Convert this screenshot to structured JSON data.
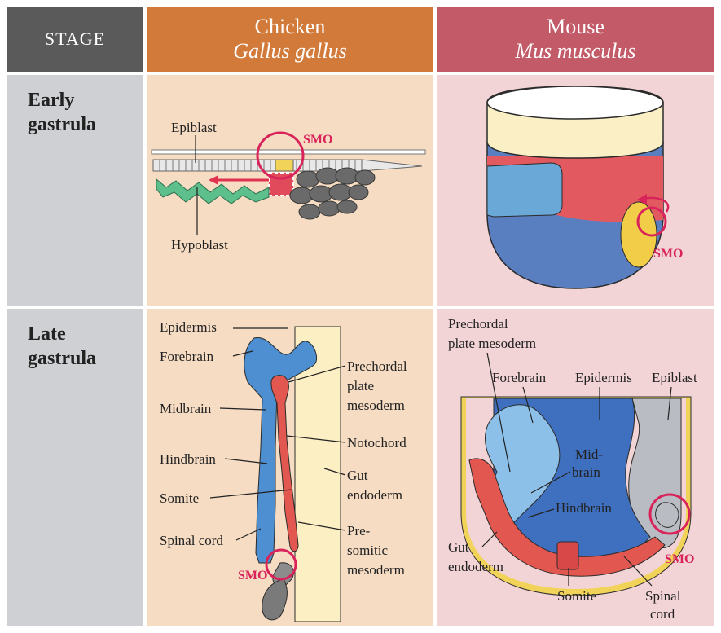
{
  "header": {
    "stage": "STAGE",
    "chicken_common": "Chicken",
    "chicken_scientific": "Gallus gallus",
    "mouse_common": "Mouse",
    "mouse_scientific": "Mus musculus"
  },
  "rows": {
    "early": {
      "label_line1": "Early",
      "label_line2": "gastrula"
    },
    "late": {
      "label_line1": "Late",
      "label_line2": "gastrula"
    }
  },
  "chicken_early": {
    "epiblast": "Epiblast",
    "hypoblast": "Hypoblast",
    "smo": "SMO"
  },
  "mouse_early": {
    "smo": "SMO"
  },
  "chicken_late": {
    "epidermis": "Epidermis",
    "forebrain": "Forebrain",
    "midbrain": "Midbrain",
    "hindbrain": "Hindbrain",
    "somite": "Somite",
    "spinal_cord": "Spinal cord",
    "prechordal_1": "Prechordal",
    "prechordal_2": "plate",
    "prechordal_3": "mesoderm",
    "notochord": "Notochord",
    "gut_1": "Gut",
    "gut_2": "endoderm",
    "presomitic_1": "Pre-",
    "presomitic_2": "somitic",
    "presomitic_3": "mesoderm",
    "smo": "SMO"
  },
  "mouse_late": {
    "prechordal_1": "Prechordal",
    "prechordal_2": "plate mesoderm",
    "forebrain": "Forebrain",
    "epidermis": "Epidermis",
    "epiblast": "Epiblast",
    "midbrain_1": "Mid-",
    "midbrain_2": "brain",
    "hindbrain": "Hindbrain",
    "gut_1": "Gut",
    "gut_2": "endoderm",
    "somite": "Somite",
    "spinal_1": "Spinal",
    "spinal_2": "cord",
    "smo": "SMO"
  },
  "colors": {
    "stage_header": "#5a5a5a",
    "chicken_header": "#d27a3a",
    "mouse_header": "#c25a68",
    "label_column": "#cfd0d4",
    "chicken_panel": "#f6dcc3",
    "mouse_panel": "#f3d4d6",
    "smo_accent": "#d8245a"
  }
}
